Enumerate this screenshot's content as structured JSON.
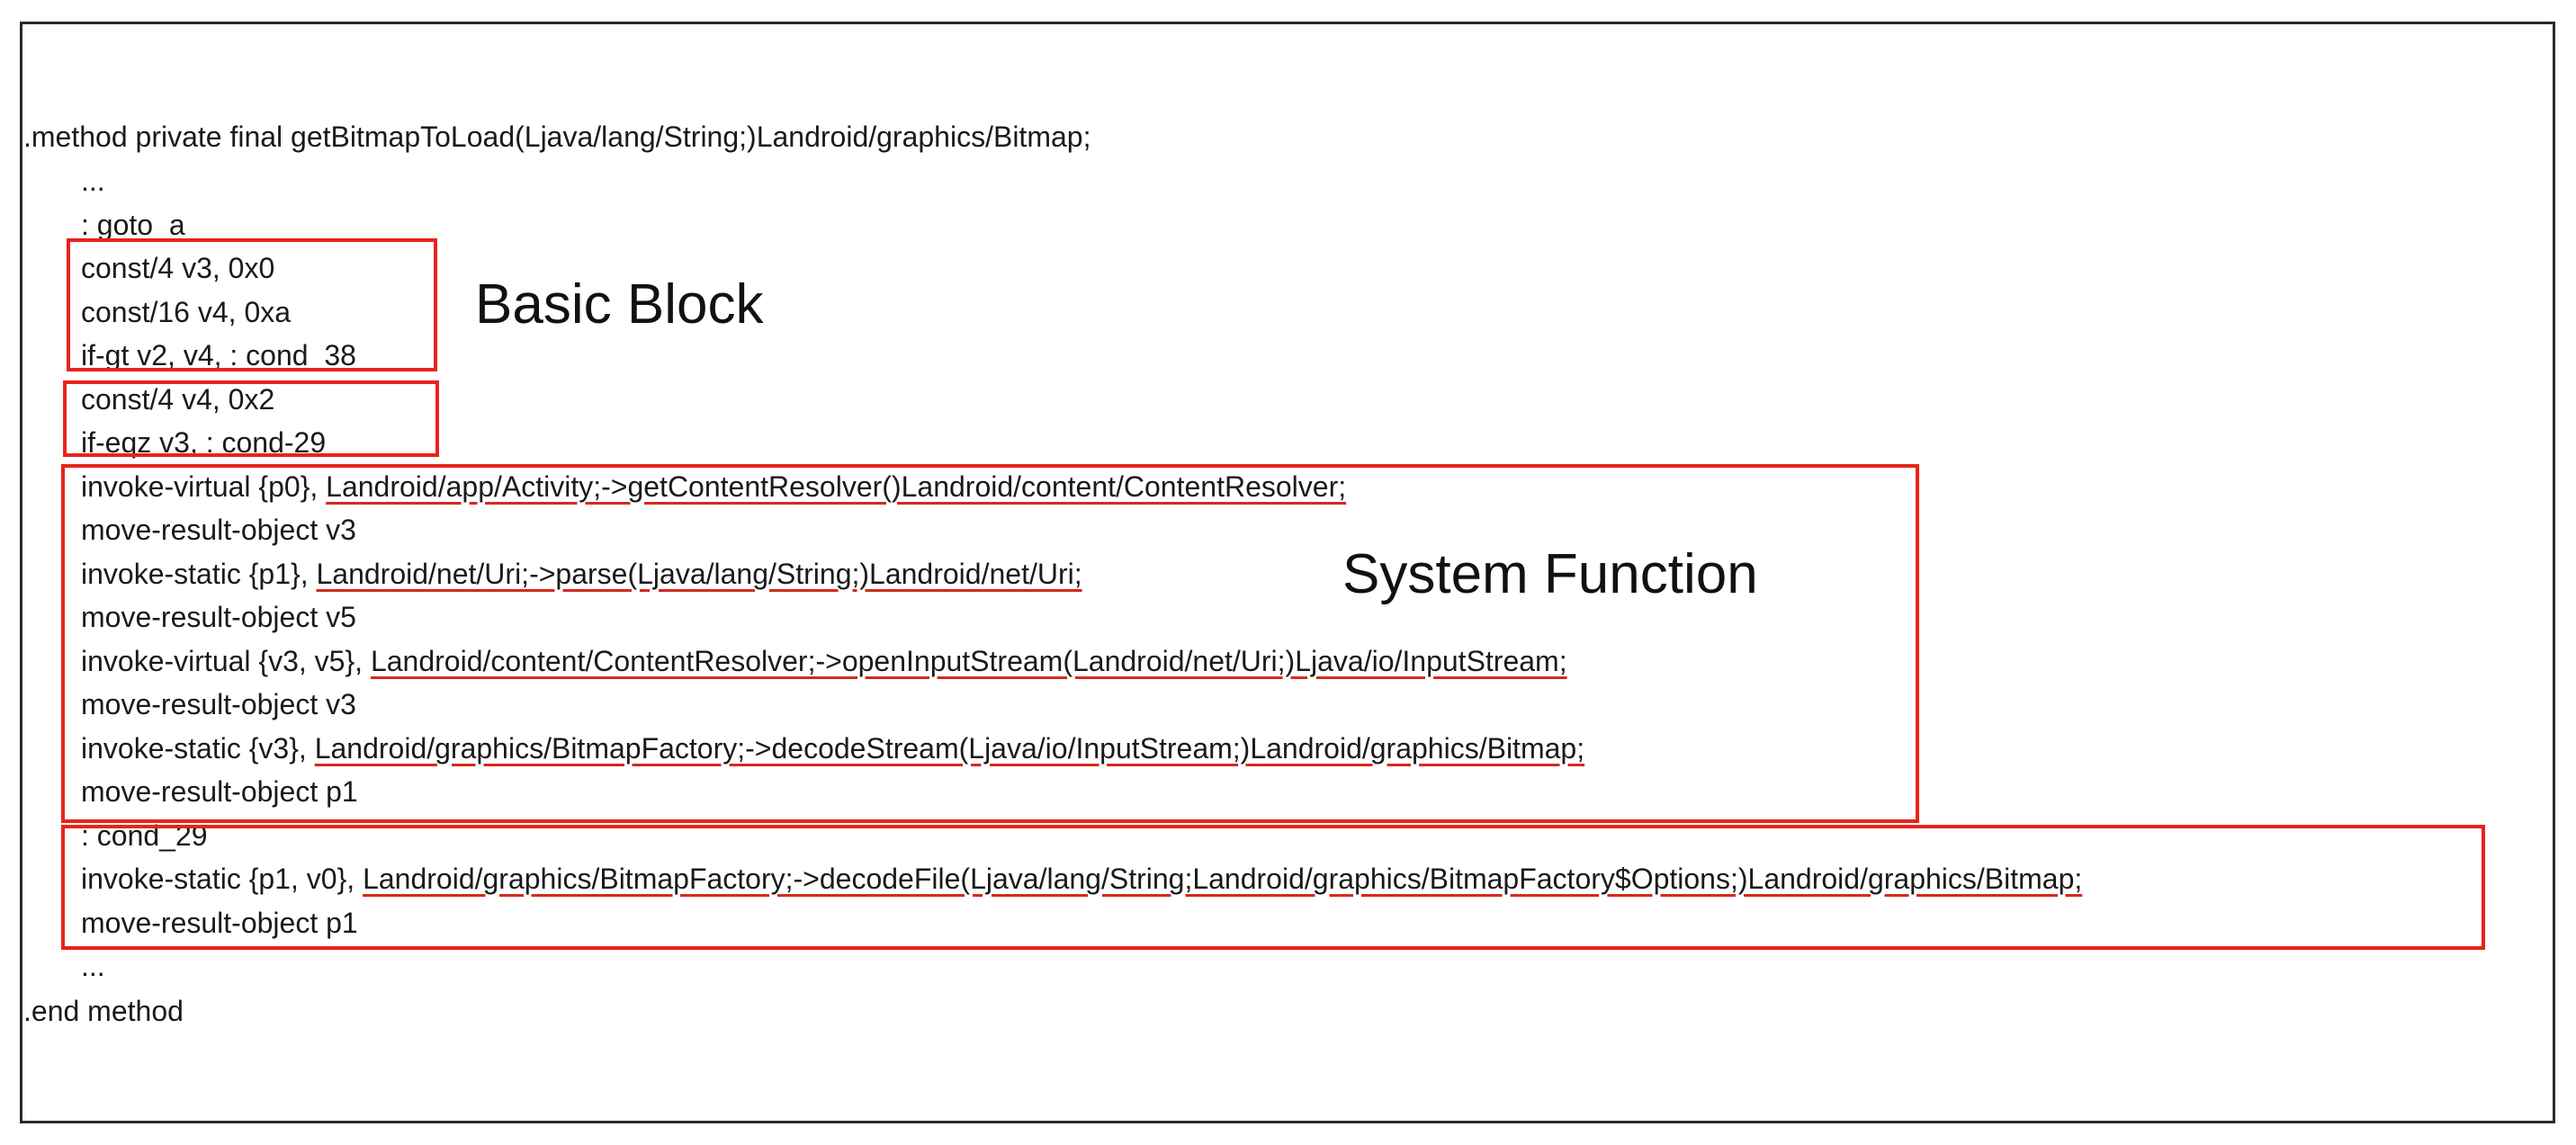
{
  "code": {
    "header": ".method private final getBitmapToLoad(Ljava/lang/String;)Landroid/graphics/Bitmap;",
    "lines": [
      {
        "text": "..."
      },
      {
        "text": ": goto_a"
      },
      {
        "text": "const/4 v3, 0x0"
      },
      {
        "text": "const/16 v4, 0xa"
      },
      {
        "text": "if-gt v2, v4, : cond_38"
      },
      {
        "text": "const/4 v4, 0x2"
      },
      {
        "text": "if-eqz v3, : cond-29"
      },
      {
        "text": "invoke-virtual {p0}, ",
        "ref": "Landroid/app/Activity;->getContentResolver()Landroid/content/ContentResolver;"
      },
      {
        "text": "move-result-object v3"
      },
      {
        "text": "invoke-static {p1}, ",
        "ref": "Landroid/net/Uri;->parse(Ljava/lang/String;)Landroid/net/Uri;"
      },
      {
        "text": "move-result-object v5"
      },
      {
        "text": "invoke-virtual {v3, v5}, ",
        "ref": "Landroid/content/ContentResolver;->openInputStream(Landroid/net/Uri;)Ljava/io/InputStream;"
      },
      {
        "text": "move-result-object v3"
      },
      {
        "text": "invoke-static {v3}, ",
        "ref": "Landroid/graphics/BitmapFactory;->decodeStream(Ljava/io/InputStream;)Landroid/graphics/Bitmap;"
      },
      {
        "text": "move-result-object p1"
      },
      {
        "text": ": cond_29"
      },
      {
        "text": "invoke-static {p1, v0}, ",
        "ref": "Landroid/graphics/BitmapFactory;->decodeFile(Ljava/lang/String;Landroid/graphics/BitmapFactory$Options;)Landroid/graphics/Bitmap;"
      },
      {
        "text": "move-result-object p1"
      },
      {
        "text": "..."
      }
    ],
    "footer": ".end method"
  },
  "labels": {
    "basic_block": "Basic Block",
    "system_function": "System Function"
  },
  "colors": {
    "highlight_box": "#e8231b",
    "underline": "#d42a1e",
    "text": "#1a1a1a"
  }
}
